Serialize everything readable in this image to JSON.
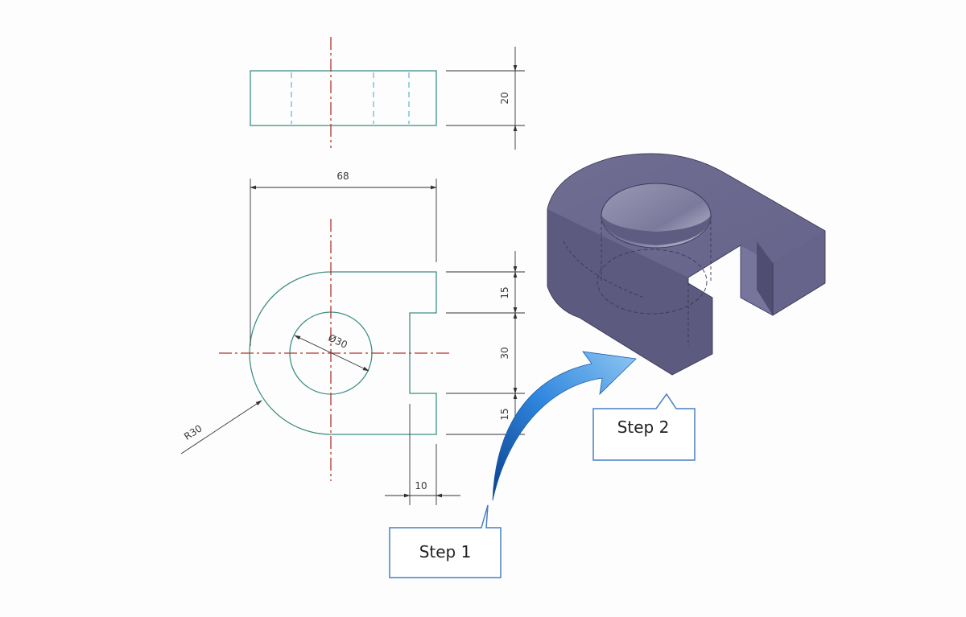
{
  "dimensions": {
    "height_top": "20",
    "width_total": "68",
    "notch_upper": "15",
    "notch_middle": "30",
    "notch_lower": "15",
    "notch_depth": "10",
    "hole_diameter": "Ø30",
    "outer_radius": "R30"
  },
  "callouts": {
    "step1": "Step 1",
    "step2": "Step 2"
  },
  "colors": {
    "outline": "#3f8f86",
    "centerline": "#b0362e",
    "hidden": "#5ab7d6",
    "dimension": "#333333",
    "solid_top": "#6c6a8f",
    "solid_front": "#5c5a7f",
    "arrow": "#1f6fc9",
    "callout_border": "#4a7fc1"
  }
}
